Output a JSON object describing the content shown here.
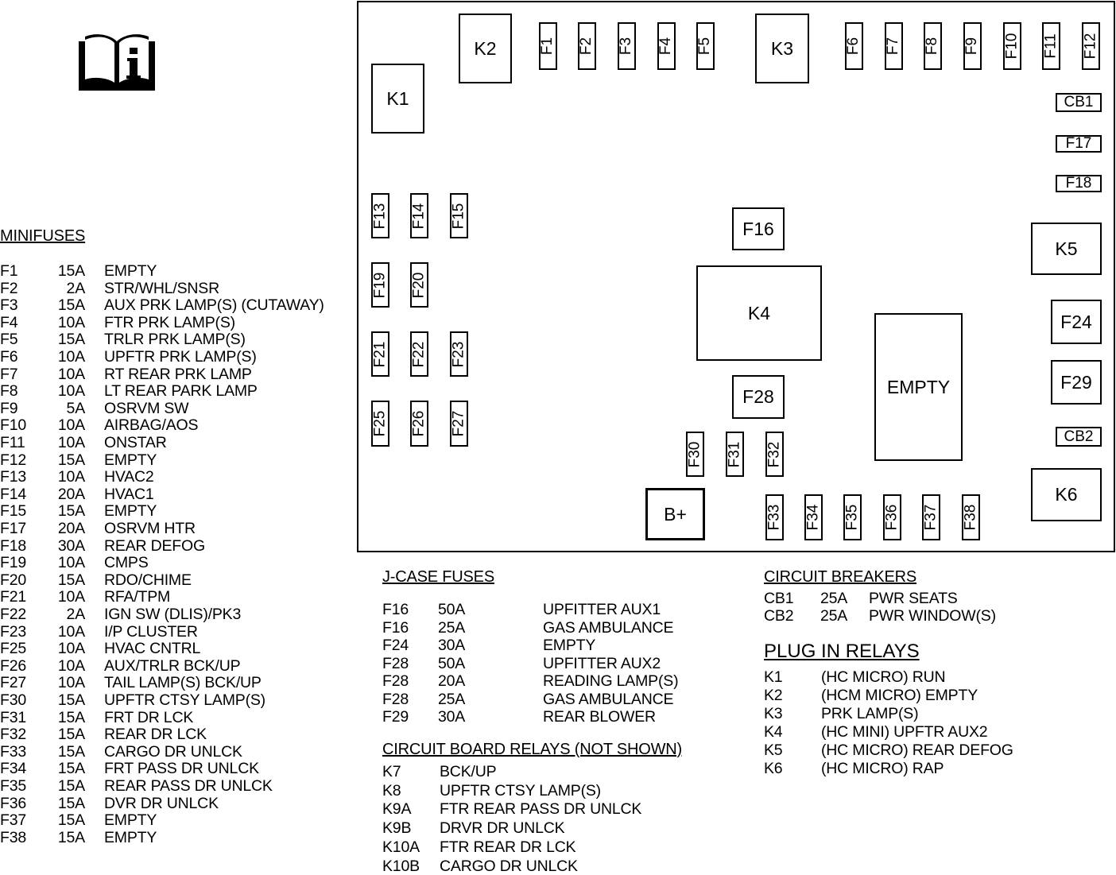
{
  "minifuses": {
    "title": "MINIFUSES",
    "rows": [
      {
        "id": "F1",
        "amp": "15A",
        "desc": "EMPTY"
      },
      {
        "id": "F2",
        "amp": "2A",
        "desc": "STR/WHL/SNSR"
      },
      {
        "id": "F3",
        "amp": "15A",
        "desc": "AUX PRK LAMP(S) (CUTAWAY)"
      },
      {
        "id": "F4",
        "amp": "10A",
        "desc": "FTR PRK LAMP(S)"
      },
      {
        "id": "F5",
        "amp": "15A",
        "desc": "TRLR PRK LAMP(S)"
      },
      {
        "id": "F6",
        "amp": "10A",
        "desc": "UPFTR PRK LAMP(S)"
      },
      {
        "id": "F7",
        "amp": "10A",
        "desc": "RT REAR PRK LAMP"
      },
      {
        "id": "F8",
        "amp": "10A",
        "desc": "LT REAR PARK LAMP"
      },
      {
        "id": "F9",
        "amp": "5A",
        "desc": "OSRVM SW"
      },
      {
        "id": "F10",
        "amp": "10A",
        "desc": "AIRBAG/AOS"
      },
      {
        "id": "F11",
        "amp": "10A",
        "desc": "ONSTAR"
      },
      {
        "id": "F12",
        "amp": "15A",
        "desc": "EMPTY"
      },
      {
        "id": "F13",
        "amp": "10A",
        "desc": "HVAC2"
      },
      {
        "id": "F14",
        "amp": "20A",
        "desc": "HVAC1"
      },
      {
        "id": "F15",
        "amp": "15A",
        "desc": "EMPTY"
      },
      {
        "id": "F17",
        "amp": "20A",
        "desc": "OSRVM HTR"
      },
      {
        "id": "F18",
        "amp": "30A",
        "desc": "REAR DEFOG"
      },
      {
        "id": "F19",
        "amp": "10A",
        "desc": "CMPS"
      },
      {
        "id": "F20",
        "amp": "15A",
        "desc": "RDO/CHIME"
      },
      {
        "id": "F21",
        "amp": "10A",
        "desc": "RFA/TPM"
      },
      {
        "id": "F22",
        "amp": "2A",
        "desc": "IGN SW (DLIS)/PK3"
      },
      {
        "id": "F23",
        "amp": "10A",
        "desc": "I/P CLUSTER"
      },
      {
        "id": "F25",
        "amp": "10A",
        "desc": "HVAC CNTRL"
      },
      {
        "id": "F26",
        "amp": "10A",
        "desc": "AUX/TRLR BCK/UP"
      },
      {
        "id": "F27",
        "amp": "10A",
        "desc": "TAIL LAMP(S) BCK/UP"
      },
      {
        "id": "F30",
        "amp": "15A",
        "desc": "UPFTR CTSY LAMP(S)"
      },
      {
        "id": "F31",
        "amp": "15A",
        "desc": "FRT DR LCK"
      },
      {
        "id": "F32",
        "amp": "15A",
        "desc": "REAR DR LCK"
      },
      {
        "id": "F33",
        "amp": "15A",
        "desc": "CARGO DR UNLCK"
      },
      {
        "id": "F34",
        "amp": "15A",
        "desc": "FRT PASS DR UNLCK"
      },
      {
        "id": "F35",
        "amp": "15A",
        "desc": "REAR PASS DR UNLCK"
      },
      {
        "id": "F36",
        "amp": "15A",
        "desc": "DVR DR UNLCK"
      },
      {
        "id": "F37",
        "amp": "15A",
        "desc": "EMPTY"
      },
      {
        "id": "F38",
        "amp": "15A",
        "desc": "EMPTY"
      }
    ]
  },
  "jcase": {
    "title": "J-CASE FUSES",
    "rows": [
      {
        "id": "F16",
        "amp": "50A",
        "desc": "UPFITTER AUX1"
      },
      {
        "id": "F16",
        "amp": "25A",
        "desc": "GAS AMBULANCE"
      },
      {
        "id": "F24",
        "amp": "30A",
        "desc": "EMPTY"
      },
      {
        "id": "F28",
        "amp": "50A",
        "desc": "UPFITTER AUX2"
      },
      {
        "id": "F28",
        "amp": "20A",
        "desc": "READING LAMP(S)"
      },
      {
        "id": "F28",
        "amp": "25A",
        "desc": "GAS AMBULANCE"
      },
      {
        "id": "F29",
        "amp": "30A",
        "desc": "REAR BLOWER"
      }
    ]
  },
  "board_relays": {
    "title": "CIRCUIT BOARD RELAYS (NOT SHOWN)",
    "rows": [
      {
        "id": "K7",
        "desc": "BCK/UP"
      },
      {
        "id": "K8",
        "desc": "UPFTR CTSY LAMP(S)"
      },
      {
        "id": "K9A",
        "desc": "FTR REAR PASS DR UNLCK"
      },
      {
        "id": "K9B",
        "desc": "DRVR DR UNLCK"
      },
      {
        "id": "K10A",
        "desc": "FTR REAR DR LCK"
      },
      {
        "id": "K10B",
        "desc": "CARGO DR UNLCK"
      }
    ]
  },
  "breakers": {
    "title": "CIRCUIT BREAKERS",
    "rows": [
      {
        "id": "CB1",
        "amp": "25A",
        "desc": "PWR SEATS"
      },
      {
        "id": "CB2",
        "amp": "25A",
        "desc": "PWR WINDOW(S)"
      }
    ]
  },
  "plug_relays": {
    "title": "PLUG IN RELAYS",
    "rows": [
      {
        "id": "K1",
        "desc": "(HC MICRO) RUN"
      },
      {
        "id": "K2",
        "desc": "(HCM MICRO) EMPTY"
      },
      {
        "id": "K3",
        "desc": "PRK LAMP(S)"
      },
      {
        "id": "K4",
        "desc": "(HC MINI) UPFTR AUX2"
      },
      {
        "id": "K5",
        "desc": "(HC MICRO) REAR DEFOG"
      },
      {
        "id": "K6",
        "desc": "(HC MICRO) RAP"
      }
    ]
  },
  "diagram": {
    "relays": {
      "K1": "K1",
      "K2": "K2",
      "K3": "K3",
      "K4": "K4",
      "K5": "K5",
      "K6": "K6"
    },
    "jcase": {
      "F16": "F16",
      "F24": "F24",
      "F28": "F28",
      "F29": "F29"
    },
    "breakers": {
      "CB1": "CB1",
      "CB2": "CB2"
    },
    "mini": {
      "F1": "F1",
      "F2": "F2",
      "F3": "F3",
      "F4": "F4",
      "F5": "F5",
      "F6": "F6",
      "F7": "F7",
      "F8": "F8",
      "F9": "F9",
      "F10": "F10",
      "F11": "F11",
      "F12": "F12",
      "F13": "F13",
      "F14": "F14",
      "F15": "F15",
      "F17": "F17",
      "F18": "F18",
      "F19": "F19",
      "F20": "F20",
      "F21": "F21",
      "F22": "F22",
      "F23": "F23",
      "F25": "F25",
      "F26": "F26",
      "F27": "F27",
      "F30": "F30",
      "F31": "F31",
      "F32": "F32",
      "F33": "F33",
      "F34": "F34",
      "F35": "F35",
      "F36": "F36",
      "F37": "F37",
      "F38": "F38"
    },
    "empty": "EMPTY",
    "bplus": "B+"
  },
  "icons": {
    "manual": "manual-info-icon"
  }
}
